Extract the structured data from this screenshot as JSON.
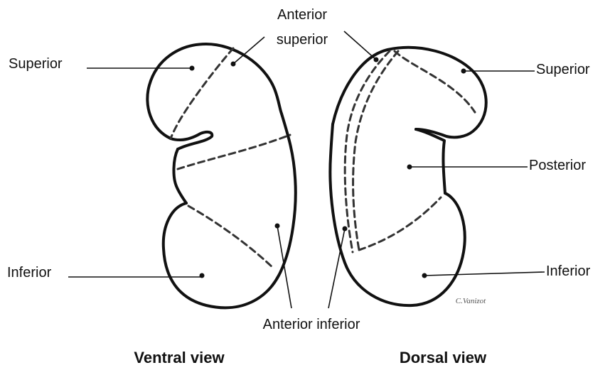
{
  "labels": {
    "anterior_superior_line1": "Anterior",
    "anterior_superior_line2": "superior",
    "superior_left": "Superior",
    "superior_right": "Superior",
    "posterior": "Posterior",
    "inferior_left": "Inferior",
    "inferior_right": "Inferior",
    "anterior_inferior": "Anterior inferior"
  },
  "captions": {
    "ventral": "Ventral view",
    "dorsal": "Dorsal view"
  },
  "signature": "C.Vanizot"
}
